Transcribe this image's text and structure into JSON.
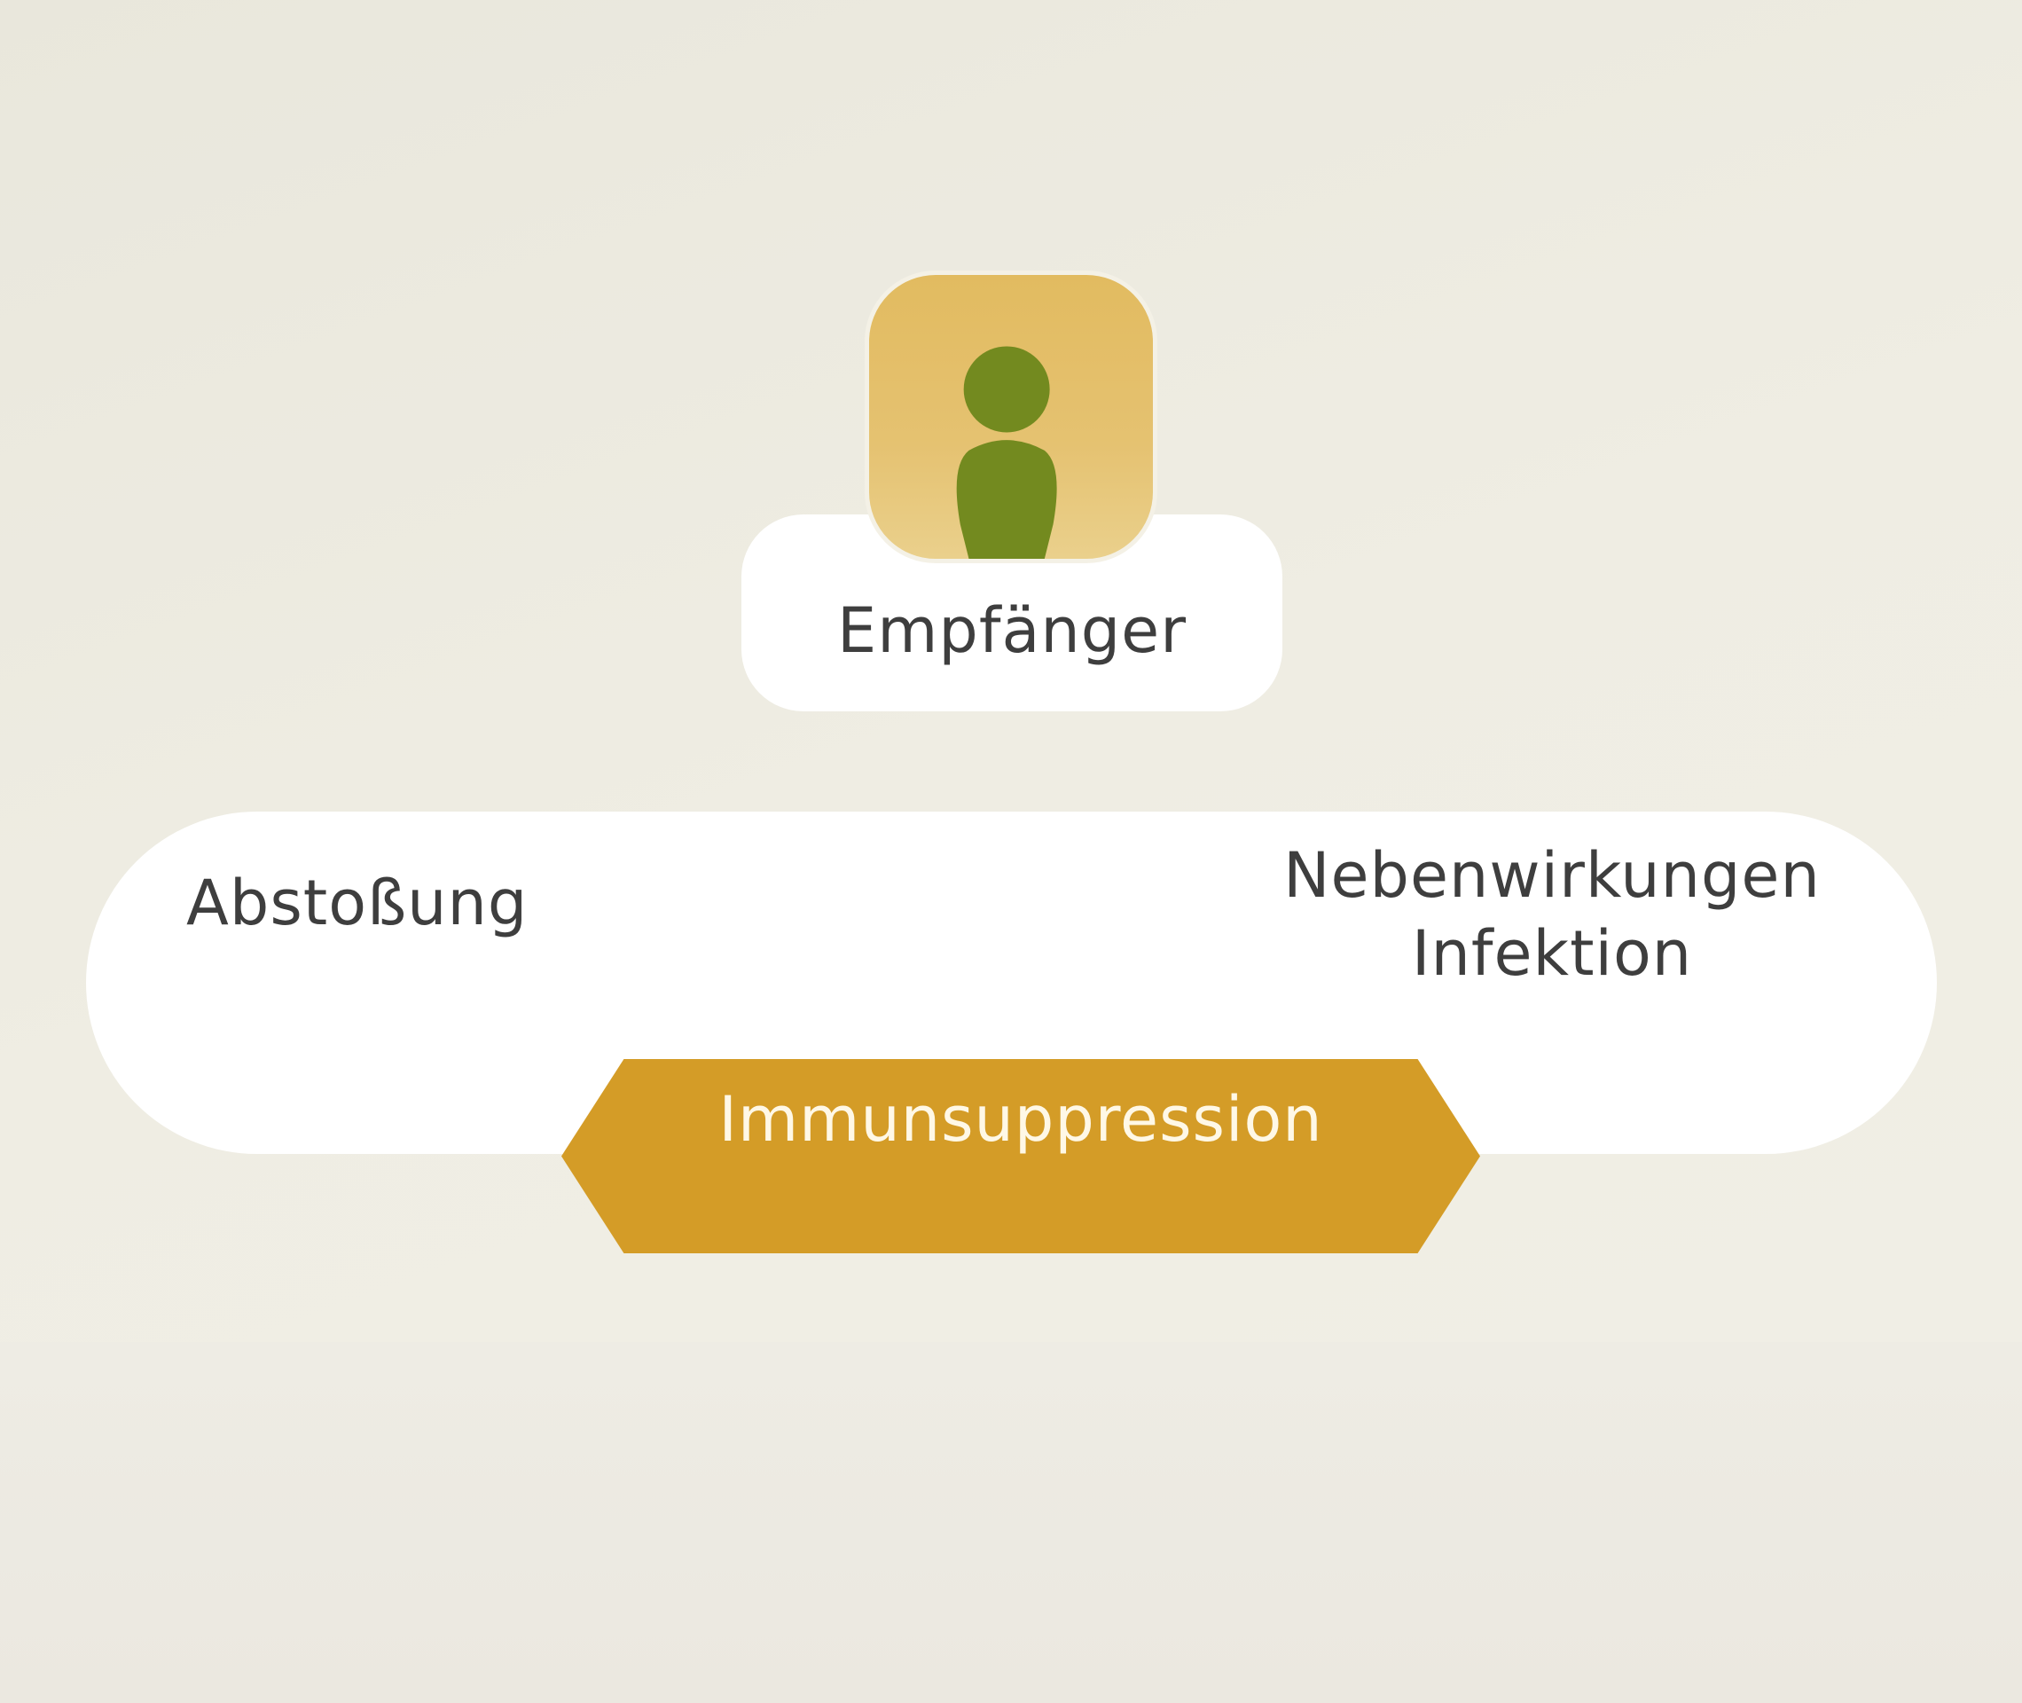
{
  "diagram": {
    "recipient": {
      "label": "Empfänger",
      "icon": "person-icon"
    },
    "balance": {
      "left_label": "Abstoßung",
      "right_labels": [
        "Nebenwirkungen",
        "Infektion"
      ]
    },
    "pivot": {
      "label": "Immunsuppression"
    }
  },
  "colors": {
    "background": "#ece9e0",
    "card": "#ffffff",
    "tile_gold": "#e2bb60",
    "person_green": "#738a1f",
    "pivot_gold": "#d49c27",
    "pivot_text": "#fff8e6",
    "text_dark": "#3e3e3e"
  }
}
